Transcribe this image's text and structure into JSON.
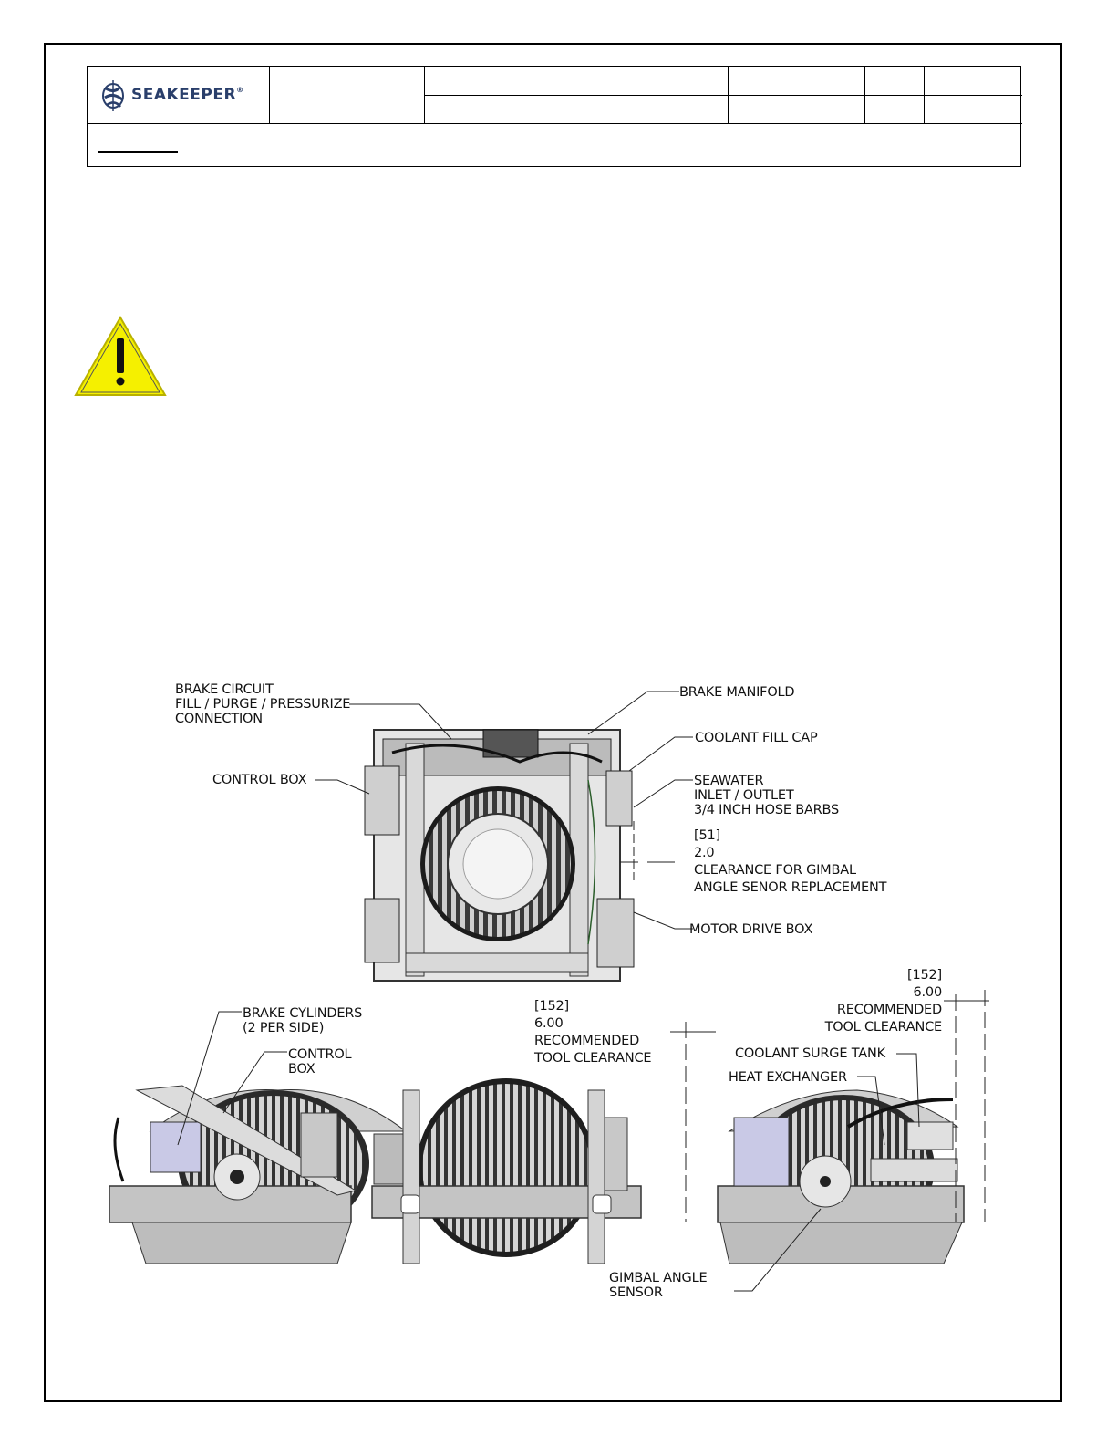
{
  "header": {
    "logo_text": "SEAKEEPER",
    "logo_mark": "®"
  },
  "callouts": {
    "brake_circuit": "BRAKE CIRCUIT\nFILL / PURGE / PRESSURIZE\nCONNECTION",
    "brake_manifold": "BRAKE MANIFOLD",
    "coolant_fill_cap": "COOLANT FILL CAP",
    "control_box_top": "CONTROL BOX",
    "seawater": "SEAWATER\nINLET / OUTLET\n3/4 INCH HOSE BARBS",
    "clearance_gimbal": "[51]\n2.0\nCLEARANCE FOR GIMBAL\nANGLE SENOR REPLACEMENT",
    "motor_drive_box": "MOTOR DRIVE BOX",
    "tool_clearance_right": "[152]\n6.00\nRECOMMENDED\nTOOL CLEARANCE",
    "brake_cylinders": "BRAKE CYLINDERS\n(2 PER SIDE)",
    "control_box_side": "CONTROL\nBOX",
    "tool_clearance_mid": "[152]\n6.00\nRECOMMENDED\nTOOL CLEARANCE",
    "coolant_surge_tank": "COOLANT SURGE TANK",
    "heat_exchanger": "HEAT EXCHANGER",
    "gimbal_angle_sensor": "GIMBAL ANGLE\nSENSOR"
  },
  "icons": {
    "warning": "warning-triangle-icon",
    "logo": "seakeeper-logo-icon"
  },
  "colors": {
    "warning_fill": "#f5f000",
    "logo_blue": "#2a3f6b",
    "machine_gray": "#c8c8c8"
  }
}
